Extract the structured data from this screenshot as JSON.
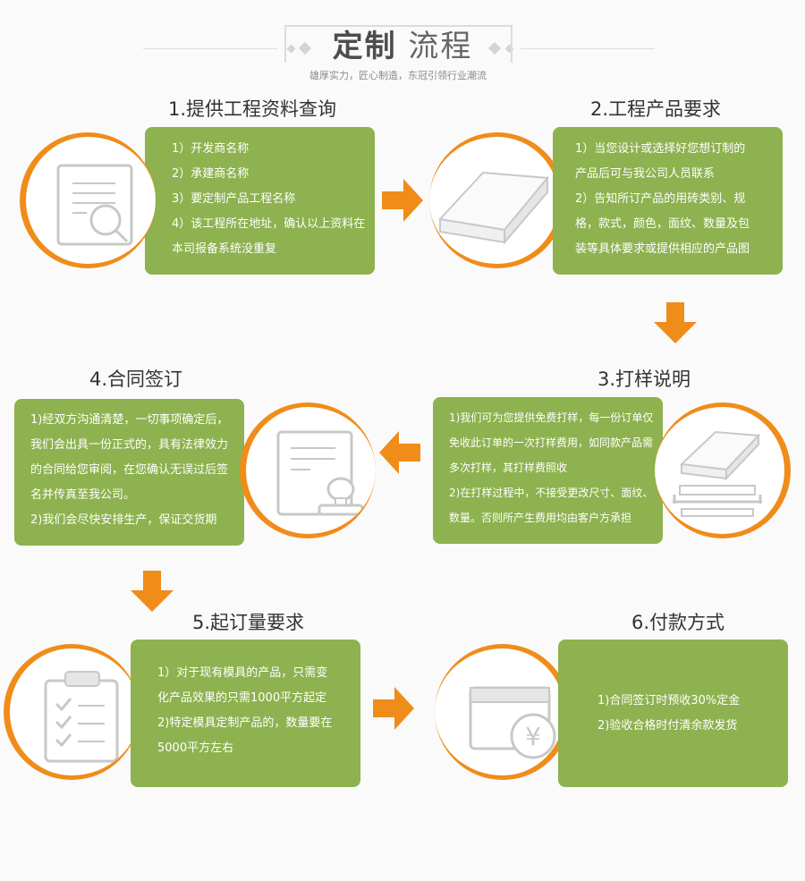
{
  "header": {
    "title_bold": "定制",
    "title_light": "流程",
    "subtitle": "雄厚实力，匠心制造，东冠引领行业潮流"
  },
  "steps": [
    {
      "title": "1.提供工程资料查询",
      "icon": "document-search-icon",
      "lines": [
        "1）开发商名称",
        "2）承建商名称",
        "3）要定制产品工程名称",
        "4）该工程所在地址，确认以上资料在",
        "本司报备系统没重复"
      ]
    },
    {
      "title": "2.工程产品要求",
      "icon": "tile-product-icon",
      "lines": [
        "1）当您设计或选择好您想订制的",
        "产品后可与我公司人员联系",
        "2）告知所订产品的用砖类别、规",
        "格，款式，颜色，面纹、数量及包",
        "装等具体要求或提供相应的产品图"
      ]
    },
    {
      "title": "3.打样说明",
      "icon": "tile-sample-icon",
      "lines": [
        "1)我们可为您提供免费打样，每一份订单仅",
        "免收此订单的一次打样费用，如同款产品需",
        "多次打样，其打样费照收",
        "2)在打样过程中，不接受更改尺寸、面纹、",
        "数量。否则所产生费用均由客户方承担"
      ]
    },
    {
      "title": "4.合同签订",
      "icon": "contract-seal-icon",
      "lines": [
        "1)经双方沟通清楚，一切事项确定后，",
        "我们会出具一份正式的，具有法律效力",
        "的合同给您审阅，在您确认无误过后签",
        "名并传真至我公司。",
        "2)我们会尽快安排生产，保证交货期"
      ]
    },
    {
      "title": "5.起订量要求",
      "icon": "clipboard-checklist-icon",
      "lines": [
        "1）对于现有模具的产品，只需变",
        "化产品效果的只需1000平方起定",
        "2)特定模具定制产品的，数量要在",
        "5000平方左右"
      ]
    },
    {
      "title": "6.付款方式",
      "icon": "payment-card-yuan-icon",
      "lines": [
        "1)合同签订时预收30%定金",
        "2)验收合格时付清余款发货"
      ]
    }
  ],
  "colors": {
    "green": "#8db24f",
    "orange": "#f08c1a",
    "icon_gray": "#c8c8c8"
  }
}
